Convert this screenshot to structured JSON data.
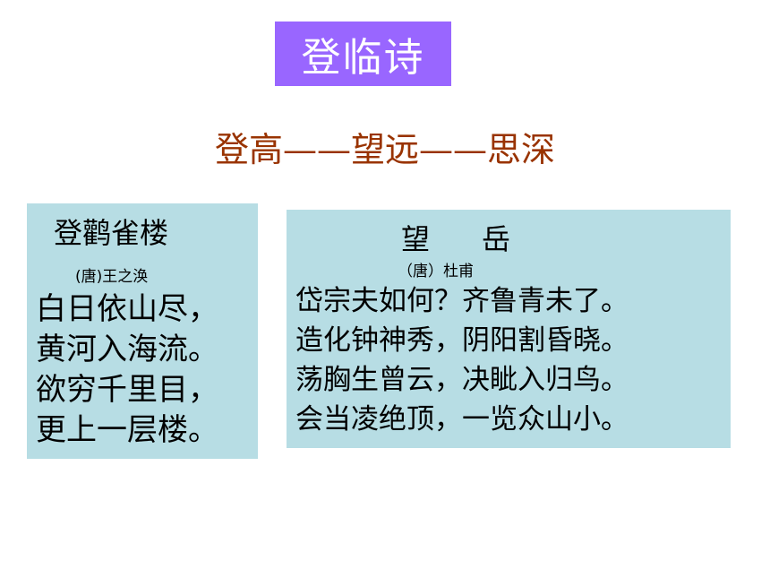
{
  "slide": {
    "title": "登临诗",
    "subtitle": "登高——望远——思深"
  },
  "poems": [
    {
      "title": "登鹳雀楼",
      "author": "(唐)王之涣",
      "lines": [
        "白日依山尽，",
        "黄河入海流。",
        "欲穷千里目，",
        "更上一层楼。"
      ]
    },
    {
      "title": "望岳",
      "author": "（唐）杜甫",
      "lines": [
        "岱宗夫如何？齐鲁青未了。",
        "造化钟神秀，阴阳割昏晓。",
        "荡胸生曾云，决眦入归鸟。",
        "会当凌绝顶，一览众山小。"
      ]
    }
  ],
  "colors": {
    "title_bg": "#9966ff",
    "subtitle": "#993300",
    "card_bg": "#b7dde4"
  }
}
